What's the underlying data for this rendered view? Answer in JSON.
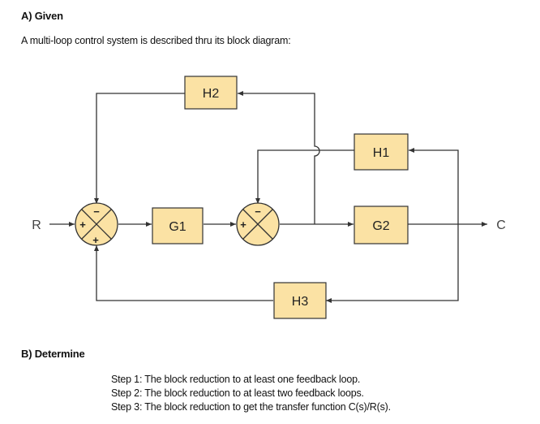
{
  "section_a": {
    "heading": "A) Given",
    "intro": "A multi-loop control system is described thru its block diagram:"
  },
  "diagram": {
    "blocks": {
      "h2": "H2",
      "h1": "H1",
      "g1": "G1",
      "g2": "G2",
      "h3": "H3"
    },
    "signals": {
      "input": "R",
      "output": "C"
    },
    "signs": {
      "sum1_left": "+",
      "sum1_top": "−",
      "sum1_bottom": "+",
      "sum2_left": "+",
      "sum2_top": "−"
    }
  },
  "section_b": {
    "heading": "B) Determine",
    "steps": [
      "Step 1: The block reduction to at least one feedback loop.",
      "Step 2: The block reduction to at least two feedback loops.",
      "Step 3: The block reduction to get the transfer function C(s)/R(s)."
    ]
  }
}
